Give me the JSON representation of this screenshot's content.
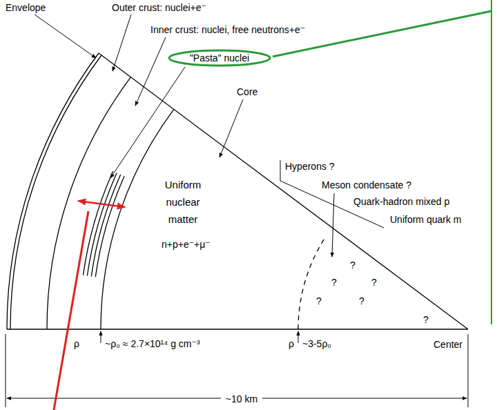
{
  "diagram": {
    "nodes": [
      {
        "text": [
          "\"Pasta\" nuclei"
        ]
      }
    ],
    "labels": [
      "Envelope",
      "Outer crust: nuclei+e⁻",
      "Inner crust: nuclei, free neutrons+e⁻",
      "Core",
      "Hyperons ?",
      "Meson condensate ?",
      "Quark-hadron mixed p",
      "Uniform quark m",
      "Uniform nuclear matter",
      "n+p+e⁻+μ⁻",
      "?",
      "?",
      "?",
      "?",
      "?",
      "?",
      "ρ",
      "~ρ₀ ≈ 2.7×10¹⁴ g cm⁻³",
      "ρ",
      "~3-5ρ₀",
      "Center",
      "~10 km"
    ]
  }
}
